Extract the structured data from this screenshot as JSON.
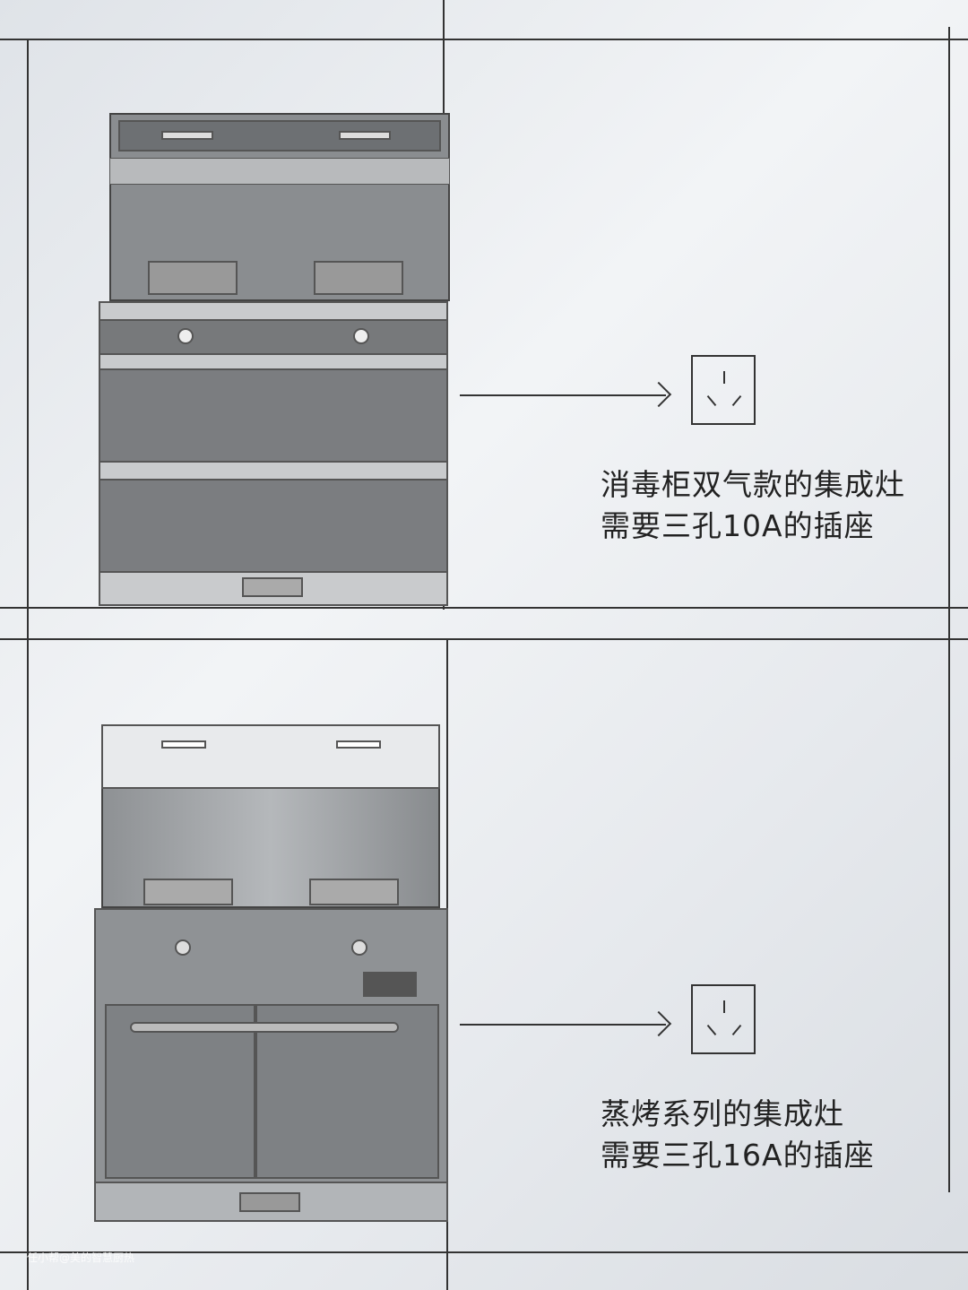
{
  "items": [
    {
      "caption_line1": "消毒柜双气款的集成灶",
      "caption_line2": "需要三孔10A的插座",
      "icon": "socket-icon"
    },
    {
      "caption_line1": "蒸烤系列的集成灶",
      "caption_line2": "需要三孔16A的插座",
      "icon": "socket-icon"
    }
  ],
  "watermark": "任小帮@美的智慧厨热"
}
